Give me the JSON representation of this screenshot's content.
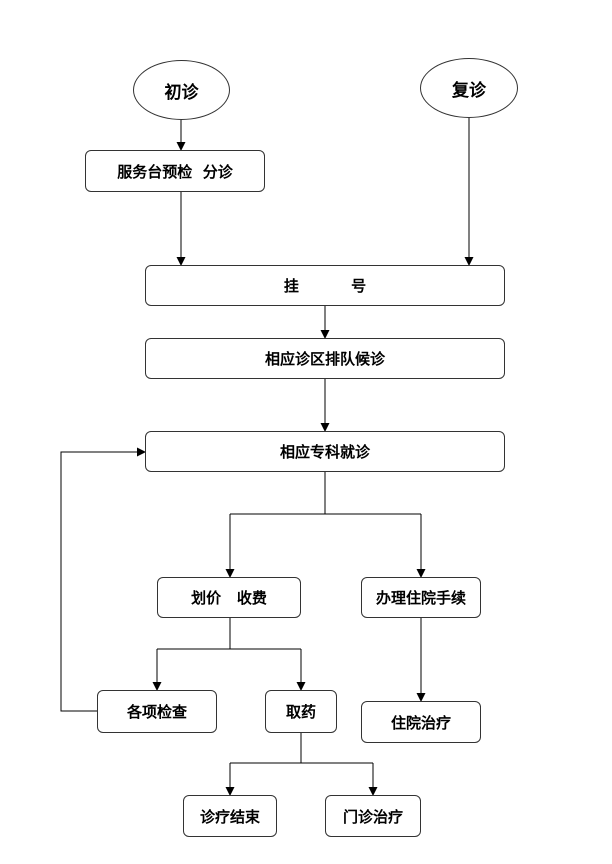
{
  "nodes": {
    "first_visit": "初诊",
    "return_visit": "复诊",
    "service_desk": "服务台预检  分诊",
    "registration": "挂          号",
    "queue": "相应诊区排队候诊",
    "specialist": "相应专科就诊",
    "pricing_payment": "划价   收费",
    "admission": "办理住院手续",
    "examinations": "各项检查",
    "pharmacy": "取药",
    "inpatient": "住院治疗",
    "end_treatment": "诊疗结束",
    "outpatient": "门诊治疗"
  },
  "colors": {
    "line": "#000000",
    "border": "#333333",
    "background": "#ffffff",
    "text": "#000000"
  }
}
